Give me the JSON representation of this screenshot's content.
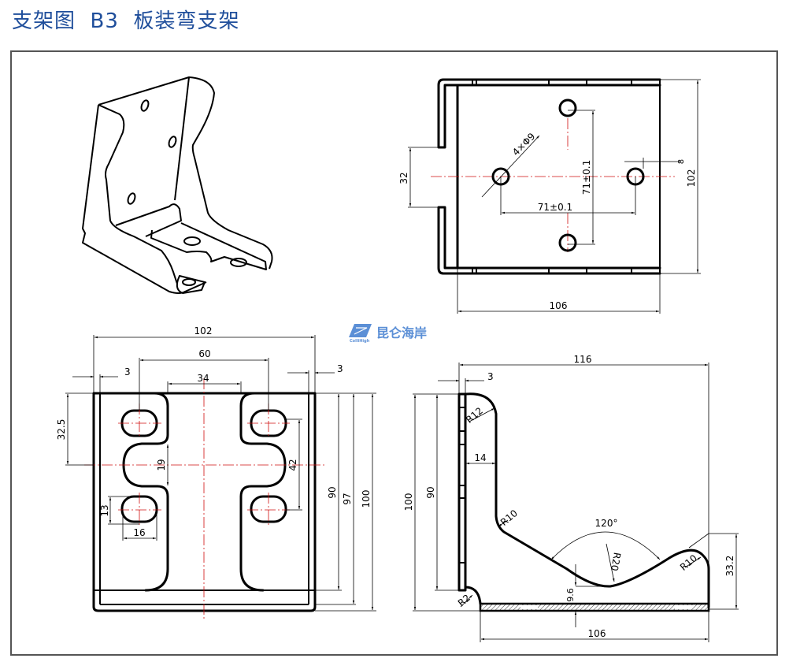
{
  "title": "支架图  B3  板装弯支架",
  "logo": {
    "name": "昆仑海岸",
    "sub": "ColliHigh"
  },
  "views": {
    "iso": {
      "label": "isometric-view"
    },
    "top": {
      "dims": {
        "d32": "32",
        "d102": "102",
        "d106": "106",
        "d71h": "71±0.1",
        "d71v": "71±0.1",
        "holes": "4×Φ9",
        "d8": "8"
      }
    },
    "front": {
      "dims": {
        "d102": "102",
        "d60": "60",
        "d34": "34",
        "d3l": "3",
        "d3r": "3",
        "d32_5": "32.5",
        "d19": "19",
        "d42": "42",
        "d13": "13",
        "d16": "16",
        "d90": "90",
        "d97": "97",
        "d100": "100"
      }
    },
    "side": {
      "dims": {
        "d116": "116",
        "d3": "3",
        "d100": "100",
        "d90": "90",
        "d14": "14",
        "d106": "106",
        "d33_2": "33.2",
        "d9_6": "9.6",
        "angle": "120°",
        "r12": "R12",
        "r10a": "R10",
        "r20": "R20",
        "r10b": "R10",
        "r2": "R2"
      }
    }
  },
  "colors": {
    "title": "#1f4e9b",
    "centerline": "#d01010",
    "frame": "#555555"
  }
}
